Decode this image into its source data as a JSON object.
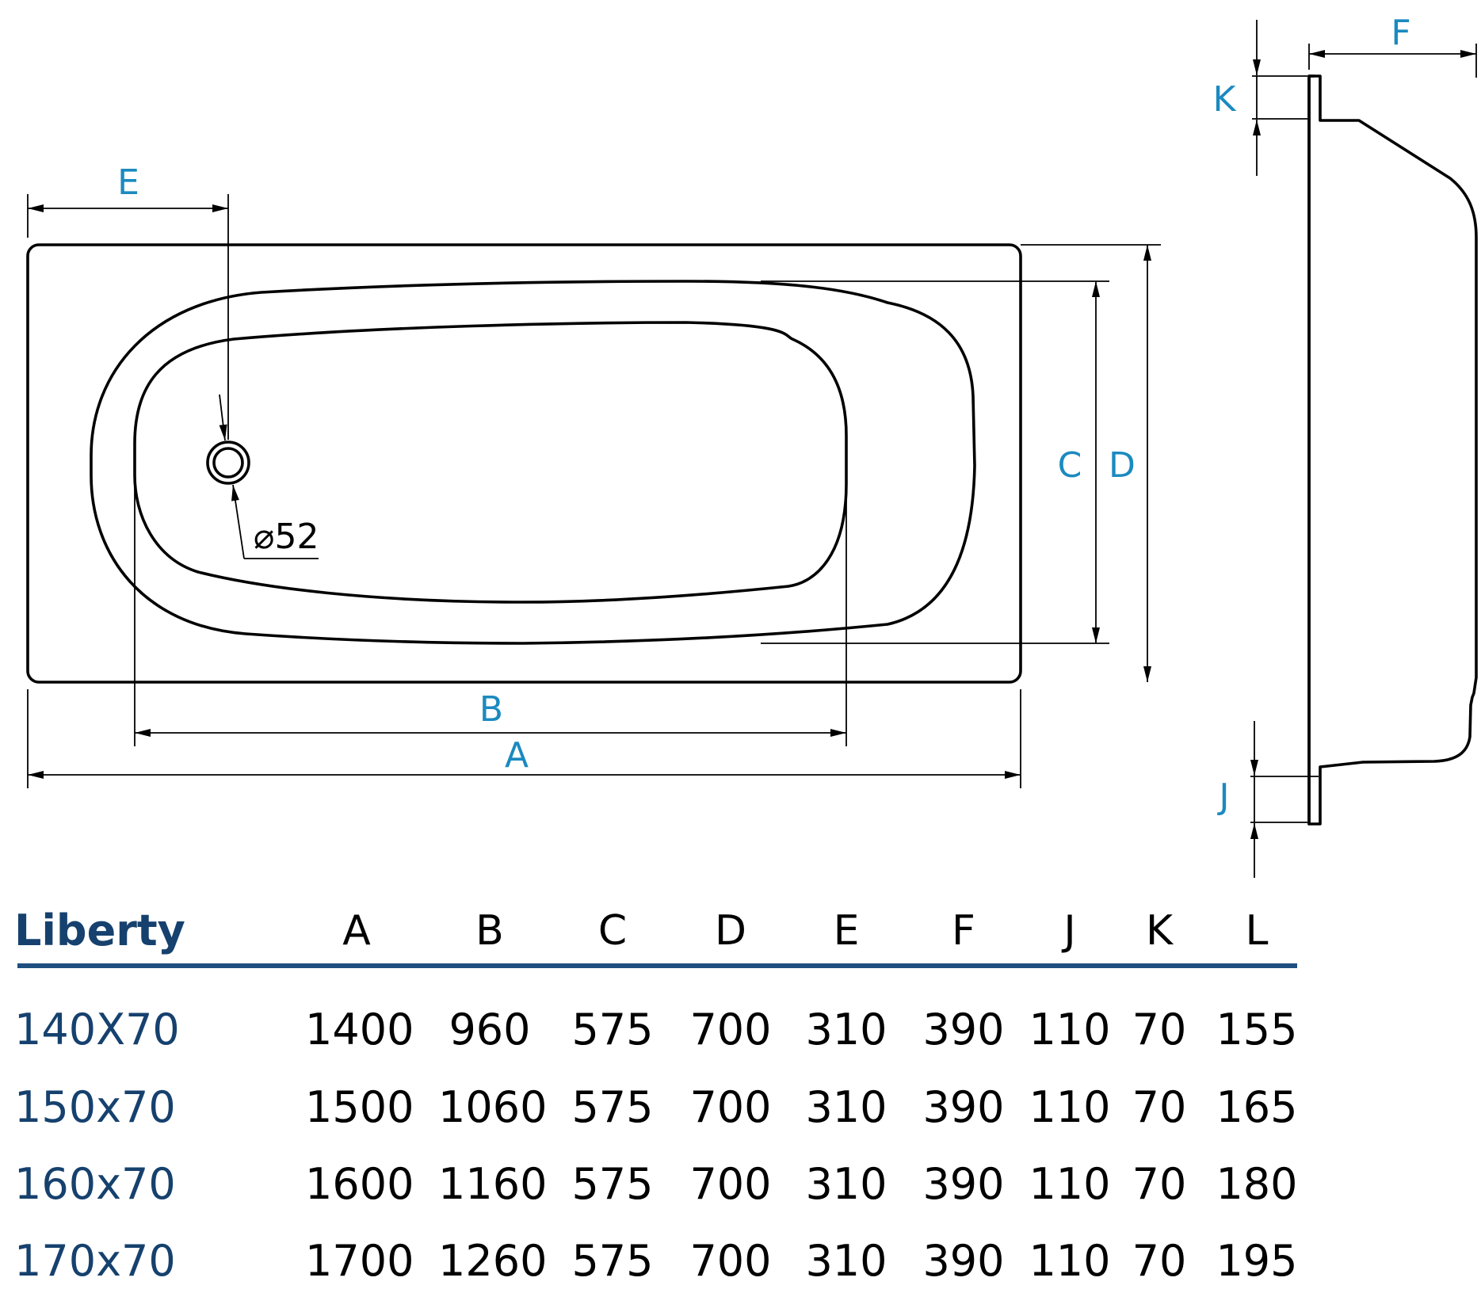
{
  "diagram": {
    "dimension_labels": {
      "A": "A",
      "B": "B",
      "C": "C",
      "D": "D",
      "E": "E",
      "F": "F",
      "J": "J",
      "K": "K"
    },
    "drain_diameter": "⌀52"
  },
  "table": {
    "title": "Liberty",
    "columns": [
      "A",
      "B",
      "C",
      "D",
      "E",
      "F",
      "J",
      "K",
      "L"
    ],
    "rows": [
      {
        "model": "140X70",
        "values": [
          "1400",
          "960",
          "575",
          "700",
          "310",
          "390",
          "110",
          "70",
          "155"
        ]
      },
      {
        "model": "150x70",
        "values": [
          "1500",
          "1060",
          "575",
          "700",
          "310",
          "390",
          "110",
          "70",
          "165"
        ]
      },
      {
        "model": "160x70",
        "values": [
          "1600",
          "1160",
          "575",
          "700",
          "310",
          "390",
          "110",
          "70",
          "180"
        ]
      },
      {
        "model": "170x70",
        "values": [
          "1700",
          "1260",
          "575",
          "700",
          "310",
          "390",
          "110",
          "70",
          "195"
        ]
      }
    ]
  },
  "colors": {
    "label_blue": "#1b8ac0",
    "title_navy": "#16416e",
    "rule_navy": "#1d4f80"
  }
}
